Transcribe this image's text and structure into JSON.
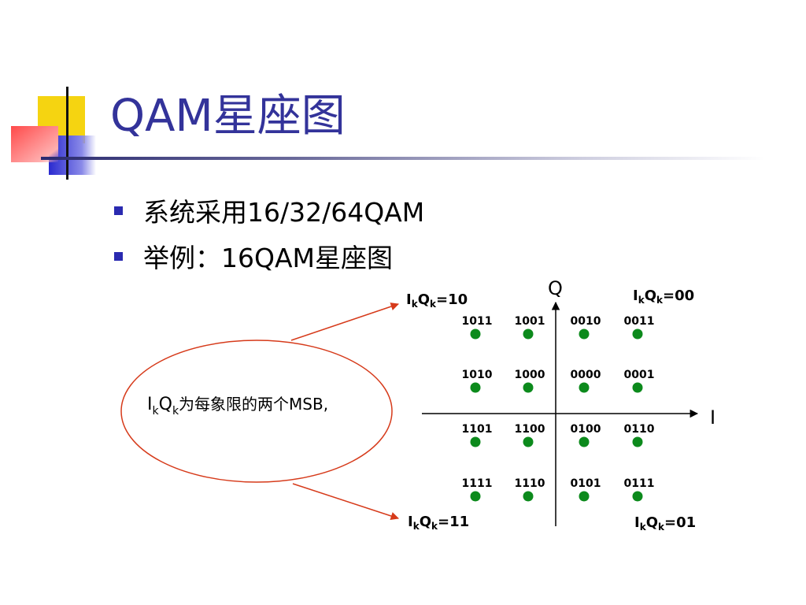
{
  "slide": {
    "title": "QAM星座图",
    "bullets": [
      "系统采用16/32/64QAM",
      "举例：16QAM星座图"
    ]
  },
  "diagram": {
    "axis_q_label": "Q",
    "axis_i_label": "I",
    "callout_text": "为每象限的两个MSB,",
    "callout_prefix": {
      "main1": "I",
      "sub1": "k",
      "main2": "Q",
      "sub2": "k"
    },
    "quadrants": [
      {
        "id": "q10",
        "prefix": "I",
        "sub1": "k",
        "mid": "Q",
        "sub2": "k",
        "suffix": "=10"
      },
      {
        "id": "q00",
        "prefix": "I",
        "sub1": "k",
        "mid": "Q",
        "sub2": "k",
        "suffix": "=00"
      },
      {
        "id": "q11",
        "prefix": "I",
        "sub1": "k",
        "mid": "Q",
        "sub2": "k",
        "suffix": "=11"
      },
      {
        "id": "q01",
        "prefix": "I",
        "sub1": "k",
        "mid": "Q",
        "sub2": "k",
        "suffix": "=01"
      }
    ],
    "points": [
      {
        "code": "1011",
        "i": -3,
        "q": 3
      },
      {
        "code": "1001",
        "i": -1,
        "q": 3
      },
      {
        "code": "0010",
        "i": 1,
        "q": 3
      },
      {
        "code": "0011",
        "i": 3,
        "q": 3
      },
      {
        "code": "1010",
        "i": -3,
        "q": 1
      },
      {
        "code": "1000",
        "i": -1,
        "q": 1
      },
      {
        "code": "0000",
        "i": 1,
        "q": 1
      },
      {
        "code": "0001",
        "i": 3,
        "q": 1
      },
      {
        "code": "1101",
        "i": -3,
        "q": -1
      },
      {
        "code": "1100",
        "i": -1,
        "q": -1
      },
      {
        "code": "0100",
        "i": 1,
        "q": -1
      },
      {
        "code": "0110",
        "i": 3,
        "q": -1
      },
      {
        "code": "1111",
        "i": -3,
        "q": -3
      },
      {
        "code": "1110",
        "i": -1,
        "q": -3
      },
      {
        "code": "0101",
        "i": 1,
        "q": -3
      },
      {
        "code": "0111",
        "i": 3,
        "q": -3
      }
    ],
    "colors": {
      "point": "#0c8a1c",
      "arrow": "#d63a1a",
      "ellipse": "#d63a1a",
      "axis": "#000000"
    }
  }
}
